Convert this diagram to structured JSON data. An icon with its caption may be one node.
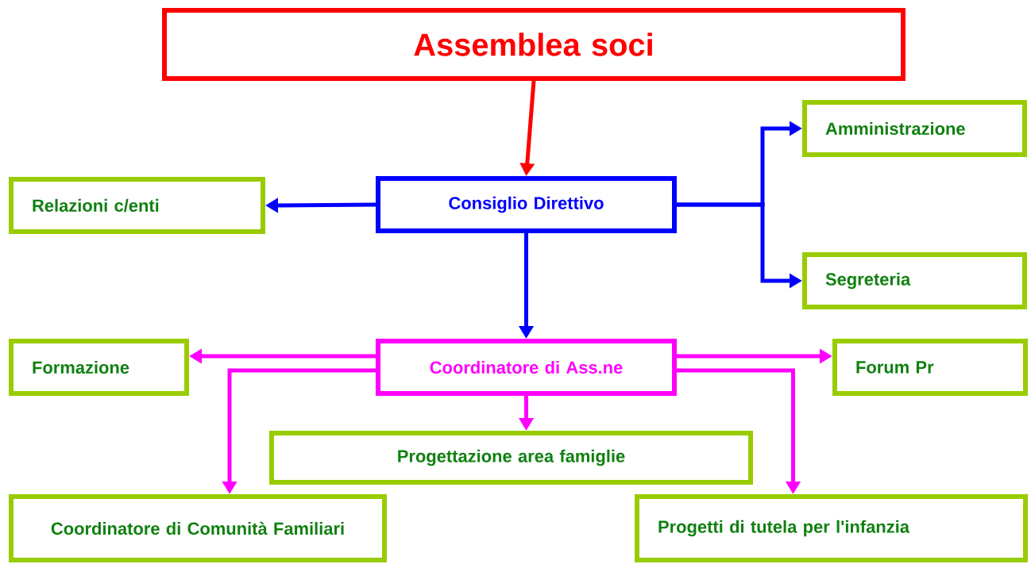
{
  "diagram": {
    "nodes": [
      {
        "text": [
          "Assemblea soci"
        ]
      },
      {
        "text": [
          "Consiglio Direttivo"
        ]
      },
      {
        "text": [
          "Relazioni c/enti"
        ]
      },
      {
        "text": [
          "Amministrazione"
        ]
      },
      {
        "text": [
          "Segreteria"
        ]
      },
      {
        "text": [
          "Coordinatore di Ass.ne"
        ]
      },
      {
        "text": [
          "Formazione"
        ]
      },
      {
        "text": [
          "Forum Pr"
        ]
      },
      {
        "text": [
          "Progettazione area famiglie"
        ]
      },
      {
        "text": [
          "Coordinatore di Comunità Familiari"
        ]
      },
      {
        "text": [
          "Progetti di tutela per l'infanzia"
        ]
      }
    ],
    "edges": [
      {
        "from": 0,
        "to": 1,
        "arrow": "to",
        "color": "#ff0000"
      },
      {
        "from": 1,
        "to": 2,
        "arrow": "to",
        "color": "#0000ff"
      },
      {
        "from": 1,
        "to": 3,
        "arrow": "to",
        "color": "#0000ff"
      },
      {
        "from": 1,
        "to": 4,
        "arrow": "to",
        "color": "#0000ff"
      },
      {
        "from": 1,
        "to": 5,
        "arrow": "to",
        "color": "#0000ff"
      },
      {
        "from": 5,
        "to": 6,
        "arrow": "to",
        "color": "#ff00ff"
      },
      {
        "from": 5,
        "to": 7,
        "arrow": "to",
        "color": "#ff00ff"
      },
      {
        "from": 5,
        "to": 8,
        "arrow": "to",
        "color": "#ff00ff"
      },
      {
        "from": 5,
        "to": 9,
        "arrow": "to",
        "color": "#ff00ff"
      },
      {
        "from": 5,
        "to": 10,
        "arrow": "to",
        "color": "#ff00ff"
      }
    ]
  }
}
